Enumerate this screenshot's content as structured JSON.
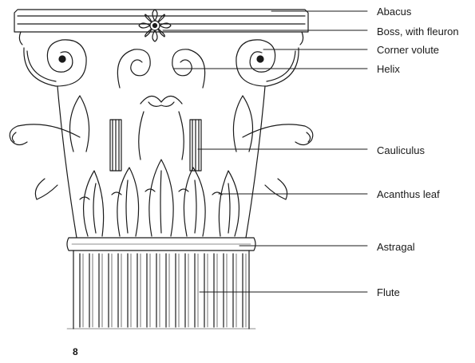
{
  "labels": {
    "abacus": "Abacus",
    "boss": "Boss, with fleuron",
    "corner_volute": "Corner volute",
    "helix": "Helix",
    "cauliculus": "Cauliculus",
    "acanthus_leaf": "Acanthus leaf",
    "astragal": "Astragal",
    "flute": "Flute"
  },
  "page_number": "8",
  "colors": {
    "ink": "#1a1a1a",
    "background": "#ffffff"
  }
}
